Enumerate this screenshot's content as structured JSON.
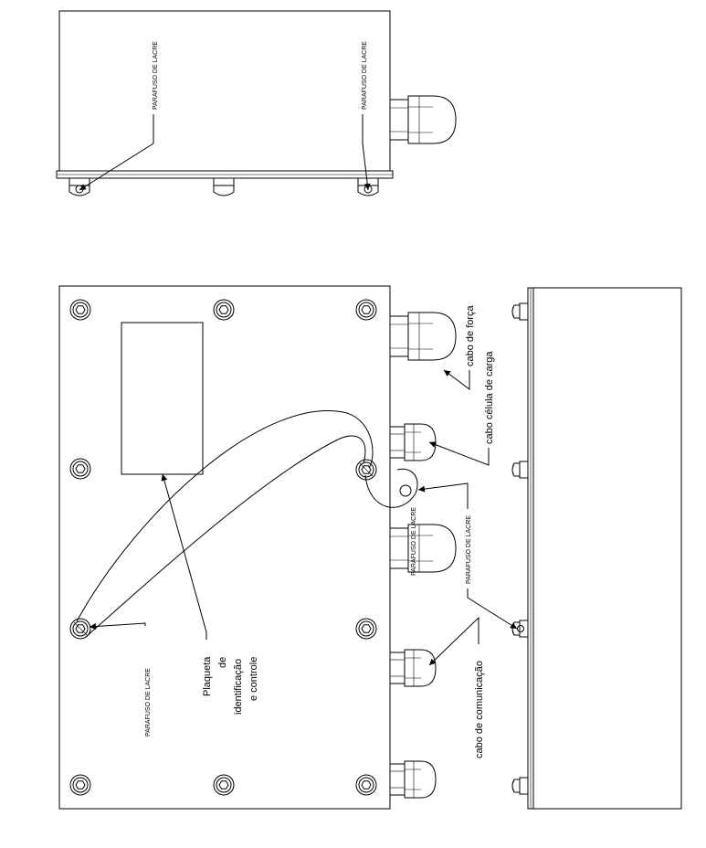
{
  "labels": {
    "sealing_screw": "PARAFUSO DE LACRE",
    "power_cable": "cabo de força",
    "load_cell_cable": "cabo célula de carga",
    "communication_cable": "cabo de comunicação",
    "nameplate_line1": "Plaqueta",
    "nameplate_line2": "de",
    "nameplate_line3": "identificação",
    "nameplate_line4": "e controle"
  }
}
